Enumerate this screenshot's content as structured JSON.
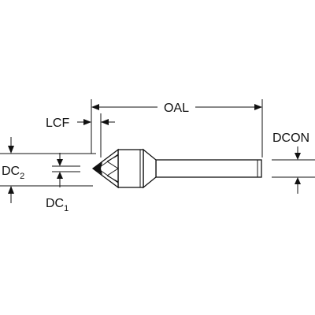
{
  "labels": {
    "oal": "OAL",
    "lcf": "LCF",
    "dcon": "DCON",
    "dc2_main": "DC",
    "dc2_sub": "2",
    "dc1_main": "DC",
    "dc1_sub": "1"
  },
  "colors": {
    "line": "#111111",
    "background": "#ffffff"
  }
}
